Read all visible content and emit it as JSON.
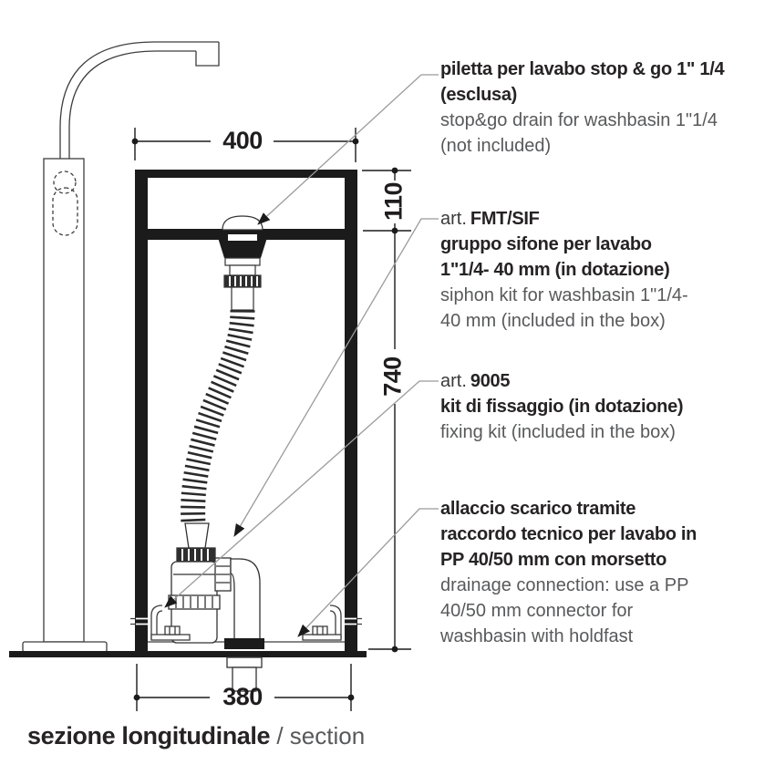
{
  "caption": {
    "bold": "sezione longitudinale",
    "light": " / section"
  },
  "dimensions": {
    "top_width_mm": "400",
    "bowl_depth_mm": "110",
    "total_height_mm": "740",
    "base_width_mm": "380"
  },
  "annotations": [
    {
      "id": "drain",
      "lines": [
        {
          "text": "piletta per lavabo stop & go 1\" 1/4",
          "style": "bold"
        },
        {
          "text": "(esclusa)",
          "style": "bold"
        },
        {
          "text": "stop&go drain for washbasin 1\"1/4",
          "style": "light"
        },
        {
          "text": "(not included)",
          "style": "light"
        }
      ]
    },
    {
      "id": "siphon-kit",
      "art_prefix": "art.",
      "art_code": "FMT/SIF",
      "lines": [
        {
          "text": "gruppo sifone per lavabo",
          "style": "bold"
        },
        {
          "text": "1\"1/4- 40 mm (in dotazione)",
          "style": "bold"
        },
        {
          "text": "siphon kit for washbasin 1\"1/4-",
          "style": "light"
        },
        {
          "text": "40 mm (included in the box)",
          "style": "light"
        }
      ]
    },
    {
      "id": "fixing-kit",
      "art_prefix": "art.",
      "art_code": "9005",
      "lines": [
        {
          "text": "kit di fissaggio (in dotazione)",
          "style": "bold"
        },
        {
          "text": "fixing kit (included in the box)",
          "style": "light"
        }
      ]
    },
    {
      "id": "drainage-connection",
      "lines": [
        {
          "text": "allaccio scarico tramite",
          "style": "bold"
        },
        {
          "text": "raccordo tecnico per lavabo in",
          "style": "bold"
        },
        {
          "text": "PP 40/50 mm con morsetto",
          "style": "bold"
        },
        {
          "text": "drainage connection: use a PP",
          "style": "light"
        },
        {
          "text": "40/50 mm connector for",
          "style": "light"
        },
        {
          "text": "washbasin with holdfast",
          "style": "light"
        }
      ]
    }
  ],
  "colors": {
    "ink": "#1b1b1b",
    "bold_text": "#262324",
    "light_text": "#58595b",
    "leader": "#9b9b9b"
  }
}
